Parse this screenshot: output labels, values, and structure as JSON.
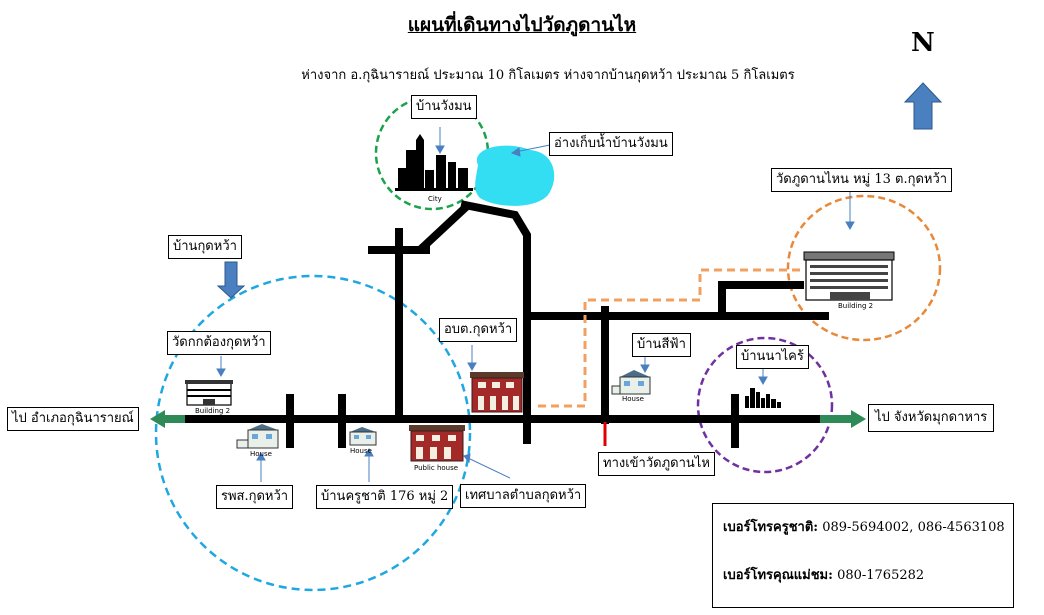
{
  "title": "แผนที่เดินทางไปวัดภูดานไห",
  "subtitle": "ห่างจาก อ.กุฉินารายณ์ ประมาณ 10 กิโลเมตร ห่างจากบ้านกุดหว้า ประมาณ 5 กิโลเมตร",
  "north_label": "N",
  "labels": {
    "ban_wang_mon": "บ้านวังมน",
    "reservoir": "อ่างเก็บน้ำบ้านวังมน",
    "ban_kud_wa": "บ้านกุดหว้า",
    "wat_kok_tong": "วัดกกต้องกุดหว้า",
    "obt": "อบต.กุดหว้า",
    "hospital": "รพส.กุดหว้า",
    "kru_chat_home": "บ้านครูชาติ 176 หมู่ 2",
    "municipality": "เทศบาลตำบลกุดหว้า",
    "wat_phu_dan_hai": "วัดภูดานไหน หมู่ 13 ต.กุดหว้า",
    "ban_si_fa": "บ้านสีฟ้า",
    "ban_na_khrai": "บ้านนาไคร้",
    "entrance": "ทางเข้าวัดภูดานไห",
    "to_kuchinarai": "ไป อำเภอกุฉินารายณ์",
    "to_mukdahan": "ไป จังหวัดมุกดาหาร"
  },
  "captions": {
    "city": "City",
    "building_left": "Building 2",
    "building_right": "Building 2",
    "house_1": "House",
    "house_2": "House",
    "house_3": "House",
    "public_house": "Public house"
  },
  "contact": {
    "kru_chat_label": "เบอร์โทรครูชาติ:",
    "kru_chat_numbers": "089-5694002, 086-4563108",
    "mae_chom_label": "เบอร์โทรคุณแม่ชม:",
    "mae_chom_number": "080-1765282"
  },
  "colors": {
    "road": "#000000",
    "left_circle": "#1ea7e1",
    "top_circle": "#1aa34a",
    "right_circle": "#e8893a",
    "far_circle": "#7030a0",
    "route": "#f0a060",
    "arrow_blue": "#4a7fc0",
    "arrow_green": "#2e8b57",
    "reservoir": "#33ddf2",
    "entrance_mark": "#e00000"
  }
}
